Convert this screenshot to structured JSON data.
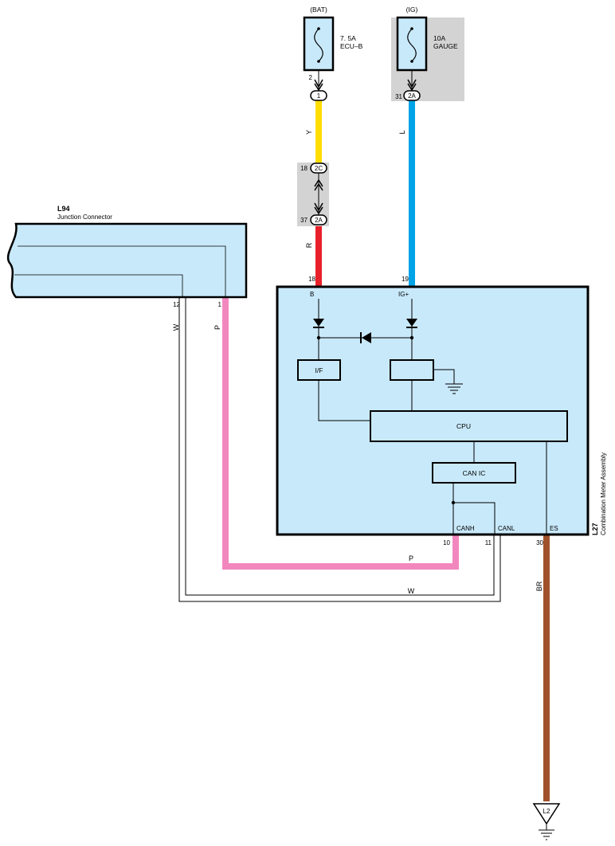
{
  "fuses": {
    "bat": {
      "supply": "(BAT)",
      "rating": "7. 5A",
      "name": "ECU–B",
      "pin": "2",
      "connector": "1"
    },
    "ig": {
      "supply": "(IG)",
      "rating": "10A",
      "name": "GAUGE",
      "pin": "31",
      "connector": "2A"
    }
  },
  "wires": {
    "bat_upper": {
      "color_code": "Y",
      "color": "#FFDD00"
    },
    "bat_lower": {
      "color_code": "R",
      "color": "#E8202A"
    },
    "ig_line": {
      "color_code": "L",
      "color": "#00A3E8"
    },
    "can_high": {
      "color_code": "P",
      "color": "#F287BE"
    },
    "can_low": {
      "color_code": "W",
      "color": "#FFFFFF"
    },
    "ground": {
      "color_code": "BR",
      "color": "#A0522D"
    }
  },
  "junction_block": {
    "upper_pin": "18",
    "upper_connector": "2C",
    "lower_pin": "37",
    "lower_connector": "2A"
  },
  "junction_connector": {
    "id": "L94",
    "name": "Junction Connector",
    "pin_w": "12",
    "pin_p": "1"
  },
  "meter": {
    "id": "L27",
    "name": "Combination Meter Assembly",
    "pins": {
      "b_num": "18",
      "b_name": "B",
      "ig_num": "19",
      "ig_name": "IG+",
      "canh_num": "10",
      "canh_name": "CANH",
      "canl_num": "11",
      "canl_name": "CANL",
      "es_num": "30",
      "es_name": "ES"
    },
    "blocks": {
      "if": "I/F",
      "cpu": "CPU",
      "can_ic": "CAN IC"
    }
  },
  "ground_point": "L2",
  "colors": {
    "component_fill": "#C8E9FA",
    "splice_shade": "#D3D3D3"
  }
}
